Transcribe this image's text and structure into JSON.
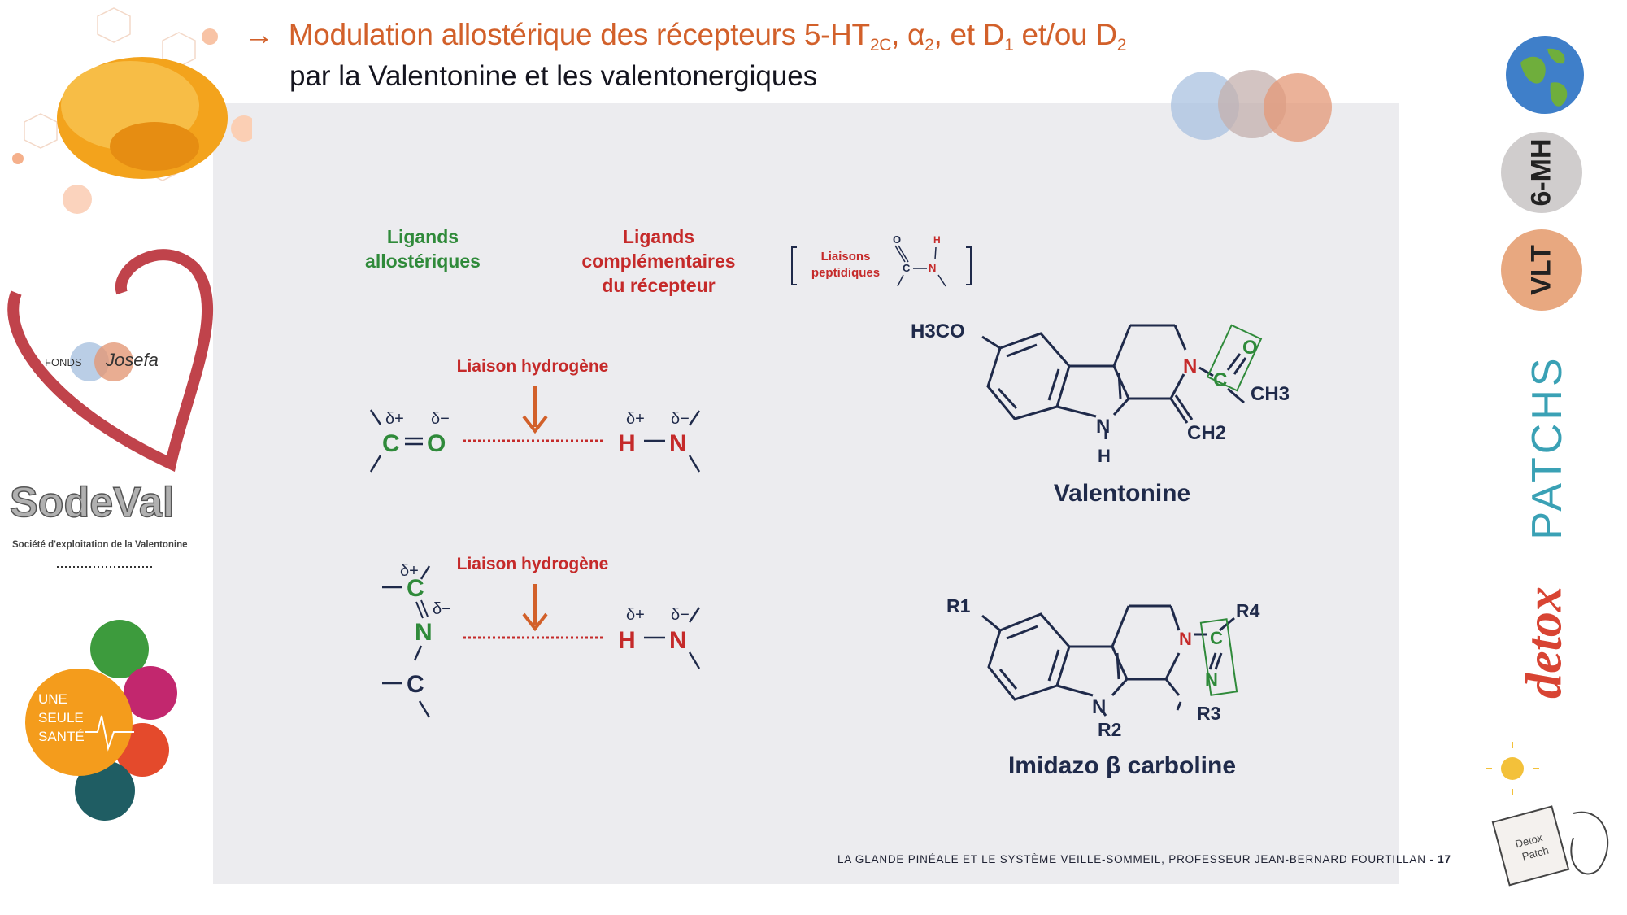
{
  "title": {
    "arrow": "→",
    "line1_parts": [
      "Modulation allostérique des récepteurs 5-HT",
      "2C",
      ", α",
      "2",
      ", et D",
      "1",
      " et/ou D",
      "2"
    ],
    "line2": "par la Valentonine et les valentonergiques"
  },
  "legend": {
    "allosteric": [
      "Ligands",
      "allostériques"
    ],
    "complementary": [
      "Ligands",
      "complémentaires",
      "du récepteur"
    ],
    "peptide": [
      "Liaisons",
      "peptidiques"
    ],
    "peptide_atoms": {
      "o": "O",
      "c": "C",
      "n": "N",
      "h": "H"
    }
  },
  "hbond": {
    "label1": "Liaison hydrogène",
    "label2": "Liaison hydrogène",
    "delta_plus": "δ+",
    "delta_minus": "δ−",
    "atoms": {
      "c": "C",
      "o": "O",
      "h": "H",
      "n": "N"
    }
  },
  "valentonine": {
    "name": "Valentonine",
    "h3co": "H3CO",
    "n_ring": "N",
    "n_indole": "N",
    "h_indole": "H",
    "ch2": "CH2",
    "ch3": "CH3",
    "o": "O",
    "c": "C"
  },
  "imidazo": {
    "name": "Imidazo β carboline",
    "r1": "R1",
    "r2": "R2",
    "r3": "R3",
    "r4": "R4",
    "n": "N",
    "c": "C"
  },
  "footer": {
    "text": "LA GLANDE PINÉALE ET LE SYSTÈME VEILLE-SOMMEIL, PROFESSEUR JEAN-BERNARD FOURTILLAN - ",
    "page": "17"
  },
  "sidebar_left": {
    "fonds": "FONDS",
    "josefa": "Josefa",
    "sodeval": "SodeVal",
    "sodeval_sub": "Société d'exploitation de la Valentonine",
    "une_seule_sante": [
      "UNE",
      "SEULE",
      "SANTÉ"
    ]
  },
  "sidebar_right": {
    "six_mh": "6-MH",
    "vlt": "VLT",
    "detox": "detox",
    "patchs": "PATCHS",
    "patch_box": [
      "Detox",
      "Patch"
    ]
  },
  "colors": {
    "orange": "#d2602a",
    "green": "#2f8a3a",
    "red": "#c52a2a",
    "navy": "#1f2a4a",
    "panel": "#ececef"
  }
}
